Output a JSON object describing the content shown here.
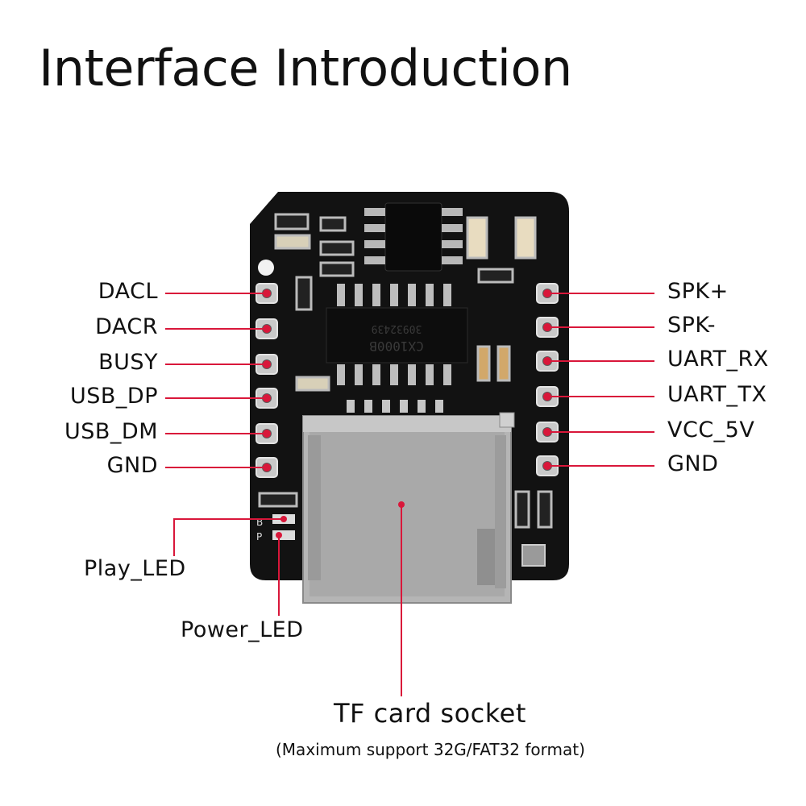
{
  "title": "Interface Introduction",
  "left_pins": [
    "DACL",
    "DACR",
    "BUSY",
    "USB_DP",
    "USB_DM",
    "GND"
  ],
  "right_pins": [
    "SPK+",
    "SPK-",
    "UART_RX",
    "UART_TX",
    "VCC_5V",
    "GND"
  ],
  "leds": {
    "play": "Play_LED",
    "power": "Power_LED"
  },
  "tf": {
    "label": "TF card socket",
    "note": "(Maximum support 32G/FAT32 format)"
  },
  "chip_text": {
    "line1": "CX1000B",
    "line2": "30932439"
  },
  "colors": {
    "callout_line": "#d9173a",
    "board": "#111111",
    "pad": "#c9c9c9"
  }
}
